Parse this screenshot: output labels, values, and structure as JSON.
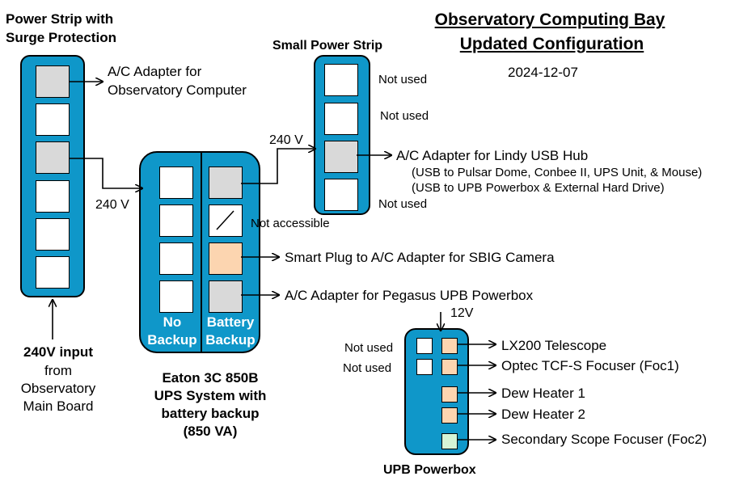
{
  "title": {
    "line1": "Observatory Computing Bay ",
    "line2": "Updated Configuration",
    "date": "2024-12-07"
  },
  "power_strip": {
    "title_line1": "Power Strip with",
    "title_line2": "Surge Protection",
    "outlet1_label_line1": "A/C Adapter for",
    "outlet1_label_line2": "Observatory Computer",
    "out_voltage": "240 V"
  },
  "input": {
    "line1": "240V input",
    "line2": "from",
    "line3": "Observatory",
    "line4": "Main Board"
  },
  "ups": {
    "caption_line1": "Eaton 3C 850B",
    "caption_line2": "UPS System with",
    "caption_line3": "battery backup",
    "caption_line4": "(850 VA)",
    "left_label_line1": "No",
    "left_label_line2": "Backup",
    "right_label_line1": "Battery",
    "right_label_line2": "Backup",
    "not_accessible": "Not accessible",
    "out_voltage": "240 V",
    "outlet3_label": "Smart Plug to A/C Adapter for SBIG Camera",
    "outlet4_label": "A/C Adapter for Pegasus UPB Powerbox"
  },
  "small_strip": {
    "title": "Small Power Strip",
    "outlet1_label": "Not used",
    "outlet2_label": "Not used",
    "outlet3_label": "A/C Adapter for Lindy USB Hub",
    "outlet3_note1": "(USB to Pulsar Dome, Conbee II, UPS Unit, & Mouse)",
    "outlet3_note2": "(USB to UPB Powerbox & External Hard Drive)",
    "outlet4_label": "Not used"
  },
  "upb": {
    "caption": "UPB Powerbox",
    "input_voltage": "12V",
    "left1_label": "Not used",
    "left2_label": "Not used",
    "ports": [
      "LX200 Telescope",
      "Optec TCF-S Focuser (Foc1)",
      "Dew Heater 1",
      "Dew Heater 2",
      "Secondary Scope Focuser (Foc2)"
    ]
  },
  "colors": {
    "housing_blue": "#0f97c9",
    "in_use_gray": "#d9d9d9",
    "ups_peach": "#fcd5b0",
    "aux_green": "#d6f5d6"
  }
}
